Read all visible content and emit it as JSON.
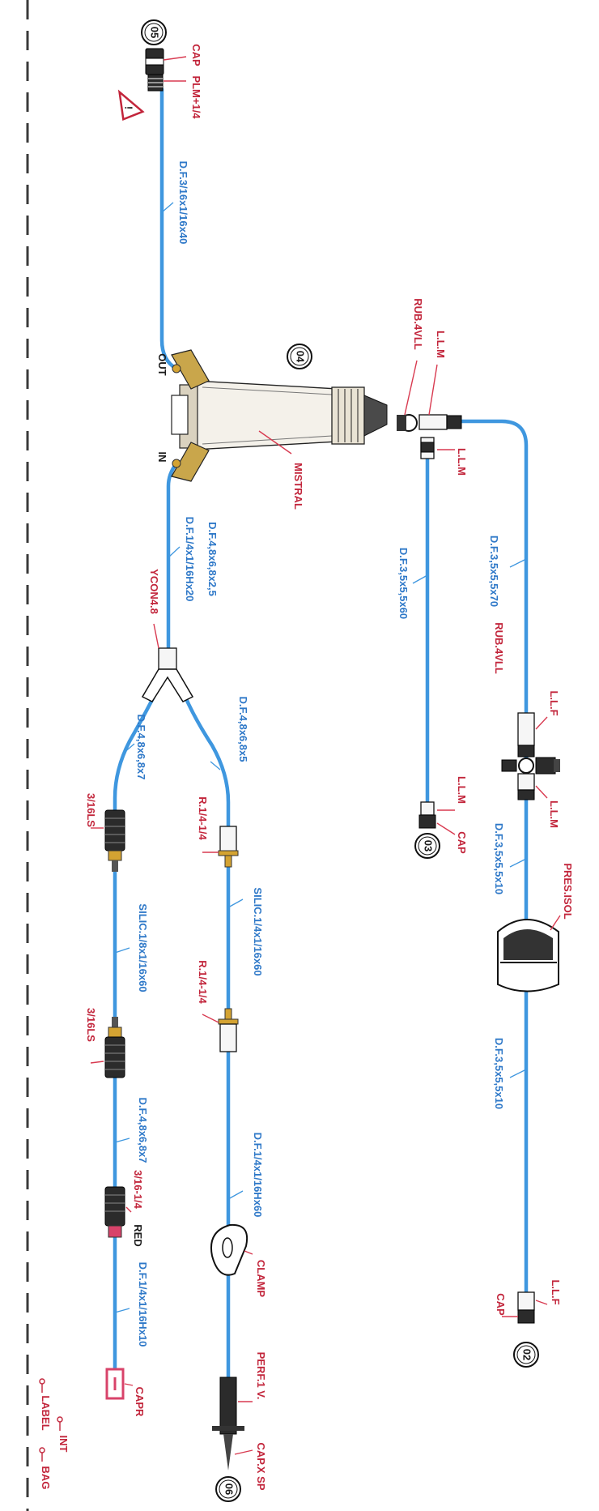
{
  "colors": {
    "tube": "#3f97df",
    "part_label": "#c2253b",
    "tube_label": "#2e78c8",
    "ink": "#1a1a1a"
  },
  "nodes": {
    "n02": "02",
    "n03": "03",
    "n04": "04",
    "n05": "05",
    "n06": "06"
  },
  "labels": {
    "cap_05": "CAP",
    "plm_05": "PLM+1/4",
    "caution": "!",
    "tube_05": "D.F.3/16x1/16x40",
    "rub_top": "RUB.4VLL",
    "llm_top1": "L.L.M",
    "llm_top2": "L.L.M",
    "out": "OUT",
    "in": "IN",
    "mistral": "MISTRAL",
    "tube_top_long": "D.F.3,5x5,5x70",
    "tube_top_mid": "D.F.3,5x5,5x60",
    "tube_in": "D.F.1/4x1/16Hx20",
    "tube_ycon": "D.F.4,8x6,8x2,5",
    "ycon": "YCON4.8",
    "llf_1": "L.L.F",
    "rub_mid": "RUB.4VLL",
    "llm_mid": "L.L.M",
    "llm_03": "L.L.M",
    "cap_03": "CAP",
    "tube_top_b": "D.F.3,5x5,5x10",
    "pres_isol": "PRES.ISOL",
    "tube_top_c": "D.F.3,5x5,5x10",
    "cap_02": "CAP",
    "llf_02": "L.L.F",
    "tube_up_branch": "D.F.4,8x6,8x5",
    "r14_1": "R.1/4-1/4",
    "silic_up": "SILIC.1/4x1/16x60",
    "r14_2": "R.1/4-1/4",
    "tube_up_2": "D.F.1/4x1/16Hx60",
    "clamp": "CLAMP",
    "perf": "PERF.1 V.",
    "capxsp": "CAP.X SP",
    "tube_low_branch": "D.F.4,8x6,8x7",
    "ls_1": "3/16LS",
    "silic_low": "SILIC.1/8x1/16x60",
    "ls_2": "3/16LS",
    "tube_low_2": "D.F.4,8x6,8x7",
    "red_conn": "3/16-1/4",
    "red": "RED",
    "tube_low_3": "D.F.1/4x1/16Hx10",
    "capr": "CAPR",
    "int": "INT",
    "label_legend": "LABEL",
    "bag_legend": "BAG"
  }
}
